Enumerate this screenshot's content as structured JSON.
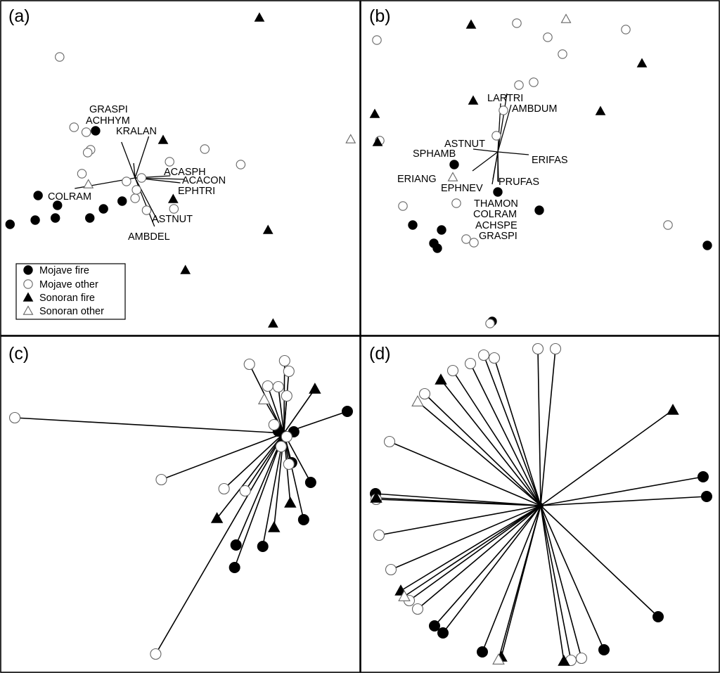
{
  "legend": {
    "items": [
      {
        "key": "mf",
        "label": "Mojave fire"
      },
      {
        "key": "mo",
        "label": "Mojave other"
      },
      {
        "key": "sf",
        "label": "Sonoran fire"
      },
      {
        "key": "so",
        "label": "Sonoran other"
      }
    ]
  },
  "chart_data": [
    {
      "panel": "(a)",
      "type": "scatter",
      "xlim": [
        0,
        500
      ],
      "ylim": [
        0,
        474
      ],
      "series": [
        {
          "key": "mf",
          "points": [
            [
              14,
              319
            ],
            [
              49,
              313
            ],
            [
              77,
              310
            ],
            [
              125,
              310
            ],
            [
              144,
              297
            ],
            [
              170,
              286
            ],
            [
              80,
              292
            ],
            [
              53,
              278
            ],
            [
              133,
              186
            ]
          ]
        },
        {
          "key": "mo",
          "points": [
            [
              83,
              81
            ],
            [
              103,
              181
            ],
            [
              120,
              188
            ],
            [
              126,
              213
            ],
            [
              122,
              217
            ],
            [
              114,
              247
            ],
            [
              176,
              258
            ],
            [
              188,
              282
            ],
            [
              190,
              270
            ],
            [
              197,
              253
            ],
            [
              204,
              299
            ],
            [
              236,
              230
            ],
            [
              242,
              297
            ],
            [
              285,
              212
            ],
            [
              335,
              234
            ]
          ]
        },
        {
          "key": "sf",
          "points": [
            [
              361,
              25
            ],
            [
              227,
              199
            ],
            [
              241,
              283
            ],
            [
              373,
              327
            ],
            [
              258,
              384
            ],
            [
              380,
              460
            ]
          ]
        },
        {
          "key": "so",
          "points": [
            [
              123,
              262
            ],
            [
              488,
              198
            ]
          ]
        }
      ],
      "vectors": {
        "origin": [
          188,
          253
        ],
        "ends": [
          [
            207,
            194
          ],
          [
            169,
            202
          ],
          [
            186,
            232
          ],
          [
            104,
            268
          ],
          [
            237,
            250
          ],
          [
            257,
            255
          ],
          [
            251,
            260
          ],
          [
            215,
            322
          ],
          [
            221,
            317
          ]
        ]
      },
      "species_labels": [
        {
          "text": "GRASPI"
        },
        {
          "text": "ACHHYM"
        },
        {
          "text": "KRALAN"
        },
        {
          "text": "ACASPH"
        },
        {
          "text": "ACACON"
        },
        {
          "text": "EPHTRI"
        },
        {
          "text": "COLRAM"
        },
        {
          "text": "ASTNUT"
        },
        {
          "text": "AMBDEL"
        }
      ]
    },
    {
      "panel": "(b)",
      "type": "scatter",
      "xlim": [
        0,
        510
      ],
      "ylim": [
        0,
        474
      ],
      "series": [
        {
          "key": "mf",
          "points": [
            [
              133,
              234
            ],
            [
              195,
              273
            ],
            [
              254,
              299
            ],
            [
              74,
              320
            ],
            [
              115,
              327
            ],
            [
              104,
              346
            ],
            [
              109,
              353
            ],
            [
              493,
              349
            ],
            [
              187,
              457
            ]
          ]
        },
        {
          "key": "mo",
          "points": [
            [
              23,
              57
            ],
            [
              222,
              33
            ],
            [
              266,
              53
            ],
            [
              287,
              77
            ],
            [
              377,
              42
            ],
            [
              225,
              121
            ],
            [
              246,
              117
            ],
            [
              203,
              157
            ],
            [
              193,
              193
            ],
            [
              27,
              200
            ],
            [
              60,
              293
            ],
            [
              136,
              289
            ],
            [
              150,
              340
            ],
            [
              161,
              345
            ],
            [
              437,
              320
            ],
            [
              184,
              460
            ]
          ]
        },
        {
          "key": "sf",
          "points": [
            [
              157,
              35
            ],
            [
              400,
              90
            ],
            [
              160,
              143
            ],
            [
              341,
              158
            ],
            [
              20,
              162
            ],
            [
              24,
              202
            ]
          ]
        },
        {
          "key": "so",
          "points": [
            [
              292,
              27
            ],
            [
              131,
              252
            ]
          ]
        }
      ],
      "vectors": {
        "origin": [
          195,
          216
        ],
        "ends": [
          [
            208,
            133
          ],
          [
            214,
            149
          ],
          [
            199,
            147
          ],
          [
            160,
            212
          ],
          [
            239,
            220
          ],
          [
            159,
            243
          ],
          [
            188,
            255
          ],
          [
            195,
            258
          ],
          [
            187,
            262
          ],
          [
            196,
            259
          ]
        ]
      },
      "species_labels": [
        {
          "text": "LARTRI"
        },
        {
          "text": "AMBDUM"
        },
        {
          "text": "ASTNUT"
        },
        {
          "text": "SPHAMB"
        },
        {
          "text": "ERIFAS"
        },
        {
          "text": "ERIANG"
        },
        {
          "text": "EPHNEV"
        },
        {
          "text": "PRUFAS"
        },
        {
          "text": "THAMON"
        },
        {
          "text": "COLRAM"
        },
        {
          "text": "ACHSPE"
        },
        {
          "text": "GRASPI"
        }
      ]
    },
    {
      "panel": "(c)",
      "type": "scatter",
      "xlim": [
        0,
        510
      ],
      "ylim": [
        0,
        478
      ],
      "center": [
        403,
        138
      ],
      "series": [
        {
          "key": "mf",
          "points": [
            [
              395,
              135
            ],
            [
              417,
              136
            ],
            [
              493,
              107
            ],
            [
              414,
              180
            ],
            [
              441,
              208
            ],
            [
              431,
              261
            ],
            [
              335,
              297
            ],
            [
              373,
              299
            ],
            [
              333,
              329
            ]
          ]
        },
        {
          "key": "mo",
          "points": [
            [
              21,
              116
            ],
            [
              354,
              40
            ],
            [
              404,
              35
            ],
            [
              410,
              50
            ],
            [
              380,
              71
            ],
            [
              395,
              72
            ],
            [
              407,
              85
            ],
            [
              389,
              126
            ],
            [
              407,
              143
            ],
            [
              399,
              157
            ],
            [
              410,
              182
            ],
            [
              229,
              204
            ],
            [
              318,
              217
            ],
            [
              348,
              220
            ],
            [
              221,
              452
            ]
          ]
        },
        {
          "key": "sf",
          "points": [
            [
              447,
              75
            ],
            [
              412,
              237
            ],
            [
              308,
              259
            ],
            [
              389,
              272
            ]
          ]
        },
        {
          "key": "so",
          "points": [
            [
              375,
              90
            ]
          ]
        }
      ]
    },
    {
      "panel": "(d)",
      "type": "scatter",
      "xlim": [
        0,
        510
      ],
      "ylim": [
        0,
        478
      ],
      "center": [
        256,
        241
      ],
      "series": [
        {
          "key": "mf",
          "points": [
            [
              21,
              224
            ],
            [
              487,
              200
            ],
            [
              492,
              228
            ],
            [
              105,
              412
            ],
            [
              117,
              422
            ],
            [
              423,
              399
            ],
            [
              173,
              449
            ],
            [
              346,
              446
            ]
          ]
        },
        {
          "key": "mo",
          "points": [
            [
              252,
              18
            ],
            [
              277,
              18
            ],
            [
              175,
              27
            ],
            [
              190,
              31
            ],
            [
              156,
              39
            ],
            [
              131,
              49
            ],
            [
              91,
              82
            ],
            [
              41,
              150
            ],
            [
              22,
              232
            ],
            [
              26,
              283
            ],
            [
              43,
              332
            ],
            [
              69,
              376
            ],
            [
              81,
              388
            ],
            [
              299,
              461
            ],
            [
              314,
              458
            ]
          ]
        },
        {
          "key": "sf",
          "points": [
            [
              114,
              62
            ],
            [
              444,
              105
            ],
            [
              22,
              230
            ],
            [
              57,
              362
            ],
            [
              200,
              456
            ],
            [
              289,
              462
            ]
          ]
        },
        {
          "key": "so",
          "points": [
            [
              81,
              93
            ],
            [
              62,
              370
            ],
            [
              196,
              460
            ]
          ]
        }
      ]
    }
  ]
}
